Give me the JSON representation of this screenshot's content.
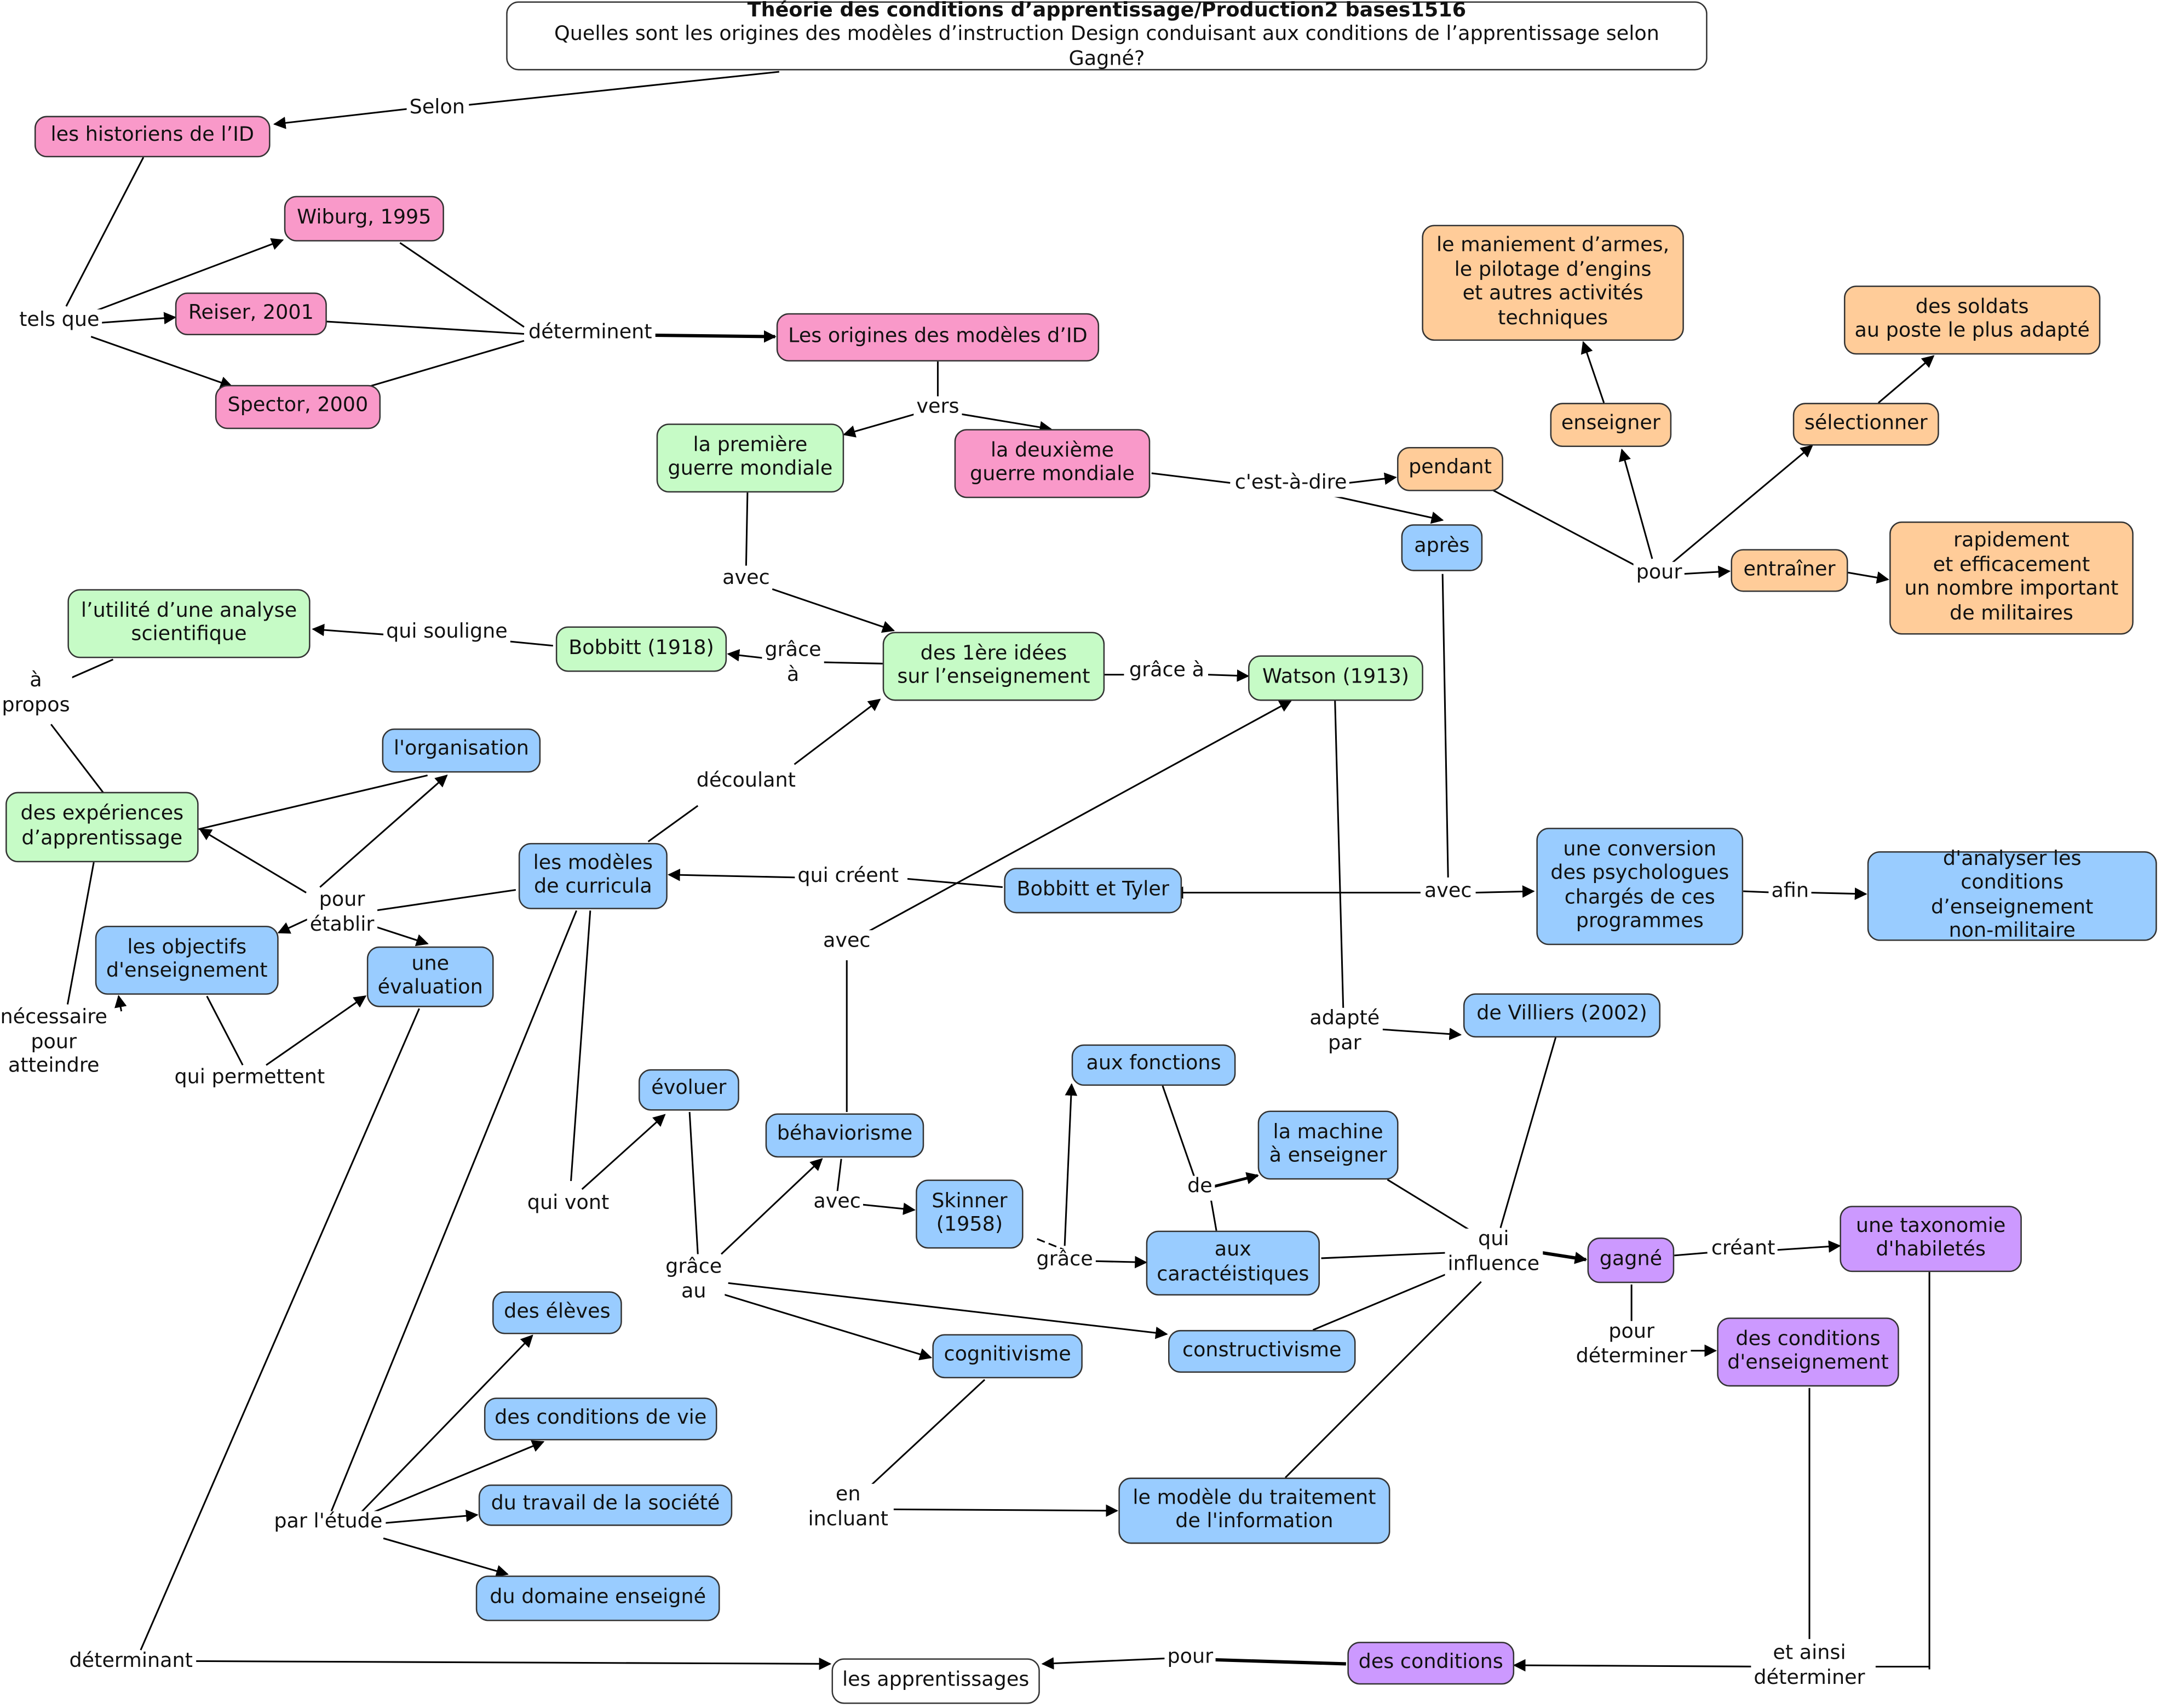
{
  "colors": {
    "pink": "#F999C9",
    "green": "#C6FBC6",
    "blue": "#99CCFF",
    "orange": "#FFCC99",
    "purple": "#CC99FF",
    "white": "#FFFFFF",
    "line": "#000000"
  },
  "header": {
    "title": "Théorie des conditions d’apprentissage/Production2 bases1516",
    "question": "Quelles sont les origines des modèles d’instruction Design conduisant aux conditions de l’apprentissage selon Gagné?"
  },
  "concepts": {
    "historiens": "les historiens de l’ID",
    "wiburg": "Wiburg, 1995",
    "reiser": "Reiser, 2001",
    "spector": "Spector, 2000",
    "origines": "Les origines des modèles d’ID",
    "premiere_guerre": "la première\nguerre mondiale",
    "deuxieme_guerre": "la deuxième\nguerre mondiale",
    "maniement": "le maniement d’armes,\nle pilotage d’engins\net autres activités\ntechniques",
    "soldats": "des soldats\nau poste le plus adapté",
    "enseigner": "enseigner",
    "selectionner": "sélectionner",
    "pendant": "pendant",
    "apres": "après",
    "entrainer": "entraîner",
    "rapidement": "rapidement\net efficacement\nun nombre important\nde militaires",
    "utilite": "l’utilité d’une analyse\nscientifique",
    "bobbitt1918": "Bobbitt (1918)",
    "idees": "des 1ère idées\nsur l’enseignement",
    "watson": "Watson (1913)",
    "organisation": "l'organisation",
    "experiences": "des expériences\nd’apprentissage",
    "modeles_curricula": "les modèles\nde curricula",
    "bobbitt_tyler": "Bobbitt et Tyler",
    "conversion": "une conversion\ndes psychologues\nchargés de ces\nprogrammes",
    "analyser": "d'analyser les\nconditions d’enseignement\nnon-militaire",
    "objectifs": "les objectifs\nd'enseignement",
    "evaluation": "une\névaluation",
    "villiers": "de Villiers (2002)",
    "evoluer": "évoluer",
    "behaviorisme": "béhaviorisme",
    "aux_fonctions": "aux fonctions",
    "machine": "la machine\nà enseigner",
    "skinner": "Skinner\n(1958)",
    "aux_caracteristiques": "aux\ncaractéistiques",
    "gagne": "gagné",
    "taxonomie": "une taxonomie\nd'habiletés",
    "eleves": "des élèves",
    "conditions_vie": "des conditions de vie",
    "travail": "du travail de la société",
    "domaine": "du domaine enseigné",
    "cognitivisme": "cognitivisme",
    "constructivisme": "constructivisme",
    "conditions_enseignement": "des conditions\nd'enseignement",
    "traitement": "le modèle du traitement\nde l'information",
    "conditions": "des conditions",
    "apprentissages": "les apprentissages"
  },
  "linking_phrases": {
    "selon": "Selon",
    "tels_que": "tels que",
    "determinent": "déterminent",
    "vers": "vers",
    "cest_a_dire": "c'est-à-dire",
    "pour_militaire": "pour",
    "avec_idees": "avec",
    "qui_souligne": "qui souligne",
    "grace_a_bobbitt": "grâce\nà",
    "grace_a_watson": "grâce à",
    "a_propos": "à\npropos",
    "decoulant": "découlant",
    "pour_etablir": "pour\nétablir",
    "qui_creent": "qui créent",
    "avec_conversion": "avec",
    "afin": "afin",
    "avec_watson": "avec",
    "necessaire": "nécessaire\npour\natteindre",
    "qui_permettent": "qui permettent",
    "adapte_par": "adapté\npar",
    "qui_vont": "qui vont",
    "grace_au": "grâce\nau",
    "avec_skinner": "avec",
    "grace_skinner": "grâce",
    "de": "de",
    "qui_influence": "qui\ninfluence",
    "creant": "créant",
    "pour_determiner": "pour\ndéterminer",
    "par_letude": "par l'étude",
    "en_incluant": "en\nincluant",
    "determinant": "déterminant",
    "pour_apprentissages": "pour",
    "et_ainsi": "et ainsi\ndéterminer"
  }
}
